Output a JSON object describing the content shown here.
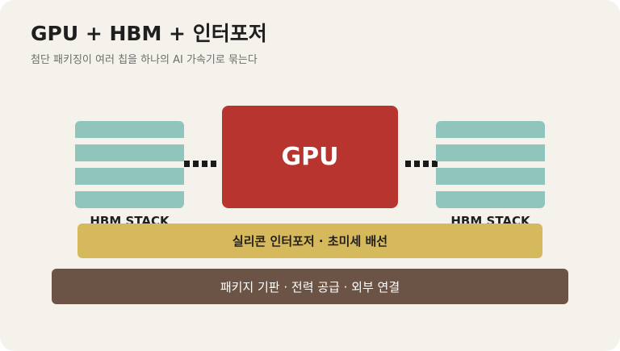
{
  "header": {
    "title": "GPU + HBM + 인터포저",
    "subtitle": "첨단 패키징이 여러 칩을 하나의 AI 가속기로 묶는다"
  },
  "diagram": {
    "gpu_label": "GPU",
    "hbm_left_label": "HBM STACK",
    "hbm_right_label": "HBM STACK",
    "interposer_label": "실리콘 인터포저 · 초미세 배선",
    "substrate_label": "패키지 기판 · 전력 공급 · 외부 연결"
  },
  "colors": {
    "background": "#f5f2ec",
    "gpu": "#b8352f",
    "hbm": "#8fc5bd",
    "interposer": "#d7b95d",
    "substrate": "#6b5445"
  }
}
